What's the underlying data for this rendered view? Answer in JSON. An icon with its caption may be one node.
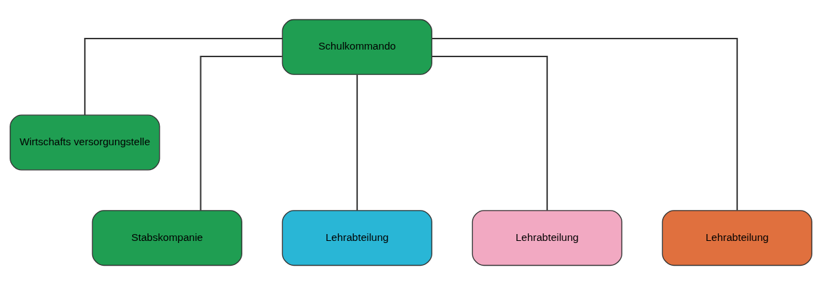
{
  "diagram": {
    "nodes": [
      {
        "text": [
          "Schulkommando"
        ]
      },
      {
        "text": [
          "Wirtschafts versorgungstelle"
        ]
      },
      {
        "text": [
          "Stabskompanie"
        ]
      },
      {
        "text": [
          "Lehrabteilung"
        ]
      },
      {
        "text": [
          "Lehrabteilung"
        ]
      },
      {
        "text": [
          "Lehrabteilung"
        ]
      }
    ],
    "edges": [
      {
        "from": 0,
        "to": 1,
        "arrow": "none"
      },
      {
        "from": 0,
        "to": 2,
        "arrow": "none"
      },
      {
        "from": 0,
        "to": 3,
        "arrow": "none"
      },
      {
        "from": 0,
        "to": 4,
        "arrow": "none"
      },
      {
        "from": 0,
        "to": 5,
        "arrow": "none"
      }
    ]
  }
}
